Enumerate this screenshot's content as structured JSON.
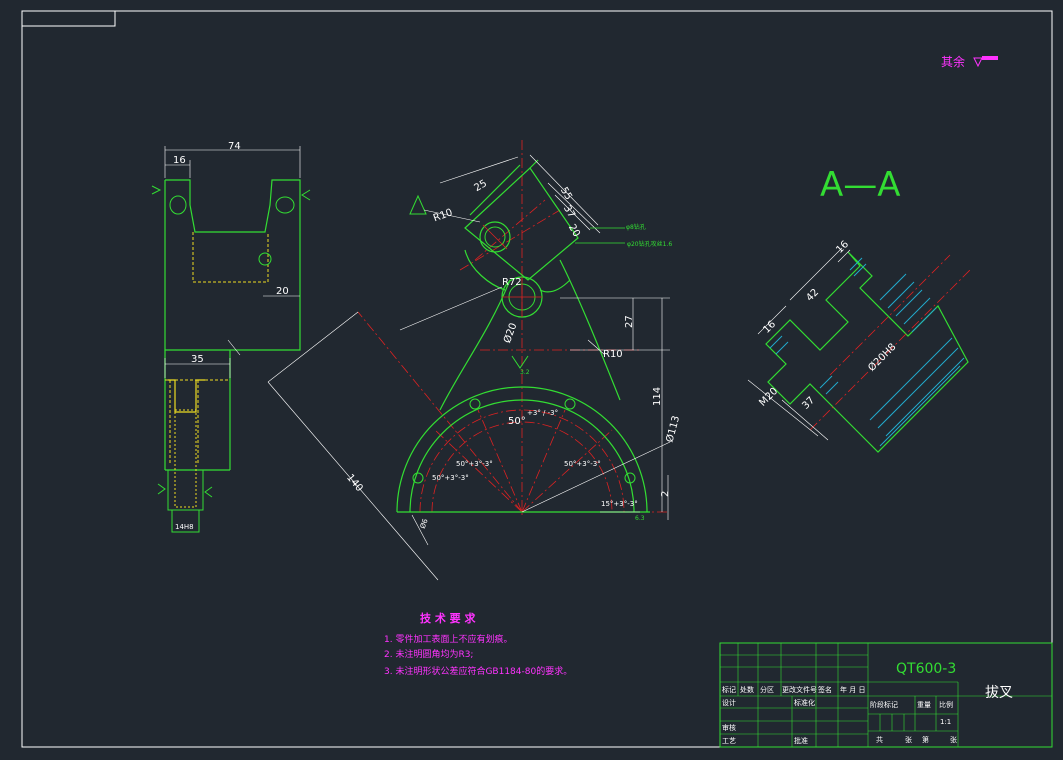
{
  "surface_finish_note": "其余",
  "section_label": "A—A",
  "dims_left": {
    "width": "74",
    "d16": "16",
    "d20": "20",
    "d35": "35",
    "fit": "14H8"
  },
  "dims_main": {
    "d25": "25",
    "d55": "55",
    "d37": "37",
    "d20": "20",
    "r10a": "R10",
    "r72": "R72",
    "dia20": "Ø20",
    "r10b": "R10",
    "d27": "27",
    "d114": "114",
    "dia113": "Ø113",
    "d140": "140",
    "d2": "2",
    "d6": "Ø6",
    "ang_top": "50°+3°-3°",
    "ang_left": "50°+3°-3°",
    "ang_left2": "50°+3°-3°",
    "ang_right": "50°+3°-3°",
    "ang_small": "15°+3°-3°",
    "ang_top_main": "50°",
    "ang_top_tol": "+3° / -3°",
    "roughness_a": "3.2",
    "roughness_b": "6.3"
  },
  "dims_section": {
    "d16a": "16",
    "d42": "42",
    "d16b": "16",
    "m20": "M20",
    "d37": "37",
    "dia20h8": "Ø20H8"
  },
  "tech": {
    "title": "技 术 要 求",
    "items": [
      "1. 零件加工表面上不应有划痕。",
      "2. 未注明圆角均为R3;",
      "3. 未注明形状公差应符合GB1184-80的要求。"
    ]
  },
  "title_block": {
    "material": "QT600-3",
    "part_name": "拔叉",
    "scale": "1:1",
    "row_labels": [
      "标记",
      "处数",
      "分区",
      "更改文件号",
      "签名",
      "年 月 日"
    ],
    "left_labels": [
      "设计",
      "标准化",
      "审核",
      "工艺",
      "批准"
    ],
    "mid_labels": [
      "阶段标记",
      "重量",
      "比例"
    ],
    "bottom": [
      "共",
      "张",
      "第",
      "张"
    ]
  },
  "colors": {
    "background": "#212830",
    "outline": "#33dd33",
    "center": "#dd2222",
    "dimension": "#ffffff",
    "hatch": "#22aacc",
    "hidden": "#eedd22",
    "note": "#ff33ff"
  }
}
